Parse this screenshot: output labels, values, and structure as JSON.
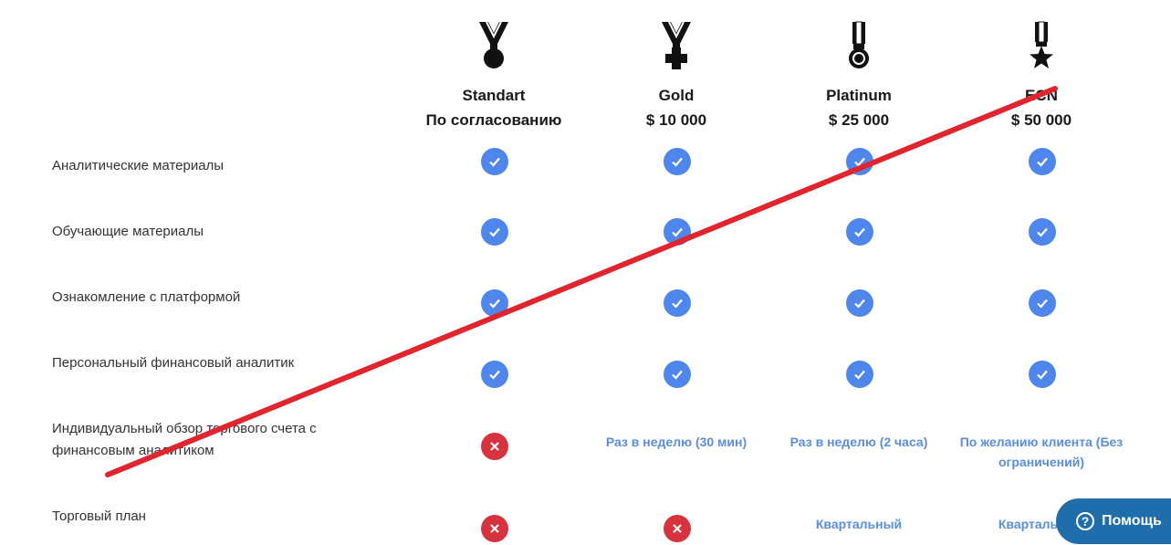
{
  "plans": [
    {
      "name": "Standart",
      "price": "По согласованию",
      "icon": "medal-round-icon"
    },
    {
      "name": "Gold",
      "price": "$ 10 000",
      "icon": "medal-cross-icon"
    },
    {
      "name": "Platinum",
      "price": "$ 25 000",
      "icon": "medal-ribbon-icon"
    },
    {
      "name": "ECN",
      "price": "$ 50 000",
      "icon": "medal-star-icon"
    }
  ],
  "features": [
    {
      "label": "Аналитические материалы",
      "cells": [
        "check",
        "check",
        "check",
        "check"
      ]
    },
    {
      "label": "Обучающие материалы",
      "cells": [
        "check",
        "check",
        "check",
        "check"
      ]
    },
    {
      "label": "Ознакомление с платформой",
      "cells": [
        "check",
        "check",
        "check",
        "check"
      ]
    },
    {
      "label": "Персональный финансовый аналитик",
      "cells": [
        "check",
        "check",
        "check",
        "check"
      ]
    },
    {
      "label": "Индивидуальный обзор торгового счета с финансовым аналитиком",
      "cells": [
        "cross",
        "Раз в неделю (30 мин)",
        "Раз в неделю (2 часа)",
        "По желанию клиента (Без ограничений)"
      ]
    },
    {
      "label": "Торговый план",
      "cells": [
        "cross",
        "cross",
        "Квартальный",
        "Квартальный"
      ]
    }
  ],
  "help": {
    "label": "Помощь",
    "icon": "question-icon"
  },
  "colors": {
    "check": "#4f86ec",
    "cross": "#d7333f",
    "link_text": "#5a8ed8",
    "redline": "#e0252e",
    "help_bg": "#1f6eab"
  }
}
